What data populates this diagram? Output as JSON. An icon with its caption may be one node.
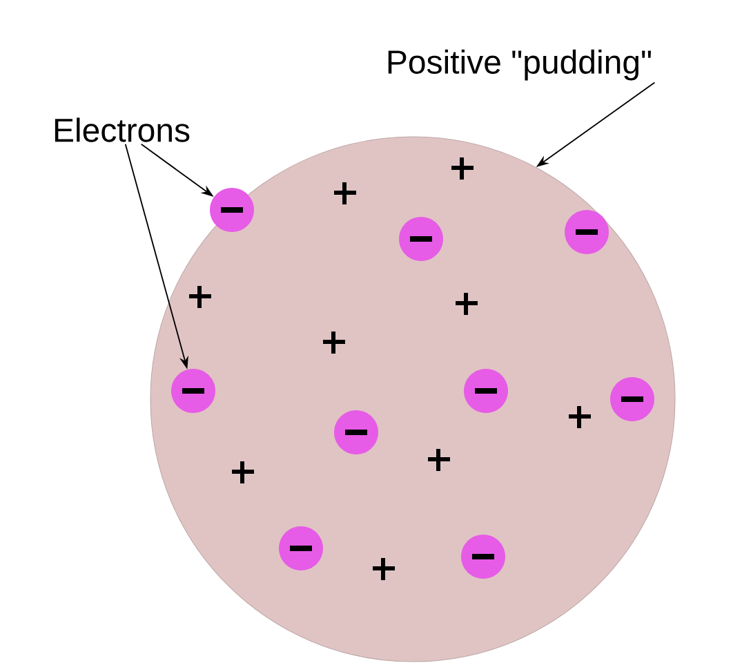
{
  "diagram": {
    "nodes": [
      {
        "text": [
          "Electrons"
        ]
      },
      {
        "text": [
          "Positive \"pudding\""
        ]
      },
      {
        "text": [],
        "shape": "circle"
      },
      {
        "text": [],
        "shape": "circle",
        "in": 2
      },
      {
        "text": [],
        "shape": "circle",
        "in": 2
      },
      {
        "text": [],
        "shape": "circle",
        "in": 2
      },
      {
        "text": [],
        "shape": "circle",
        "in": 2
      },
      {
        "text": [],
        "shape": "circle",
        "in": 2
      },
      {
        "text": [],
        "shape": "circle",
        "in": 2
      },
      {
        "text": [],
        "shape": "circle",
        "in": 2
      },
      {
        "text": [],
        "shape": "circle",
        "in": 2
      },
      {
        "text": [],
        "shape": "circle",
        "in": 2
      }
    ],
    "edges": [
      {
        "from": 0,
        "to": 3,
        "arrow": "to"
      },
      {
        "from": 0,
        "to": 6,
        "arrow": "to"
      },
      {
        "from": 1,
        "to": 2,
        "arrow": "to"
      }
    ]
  }
}
